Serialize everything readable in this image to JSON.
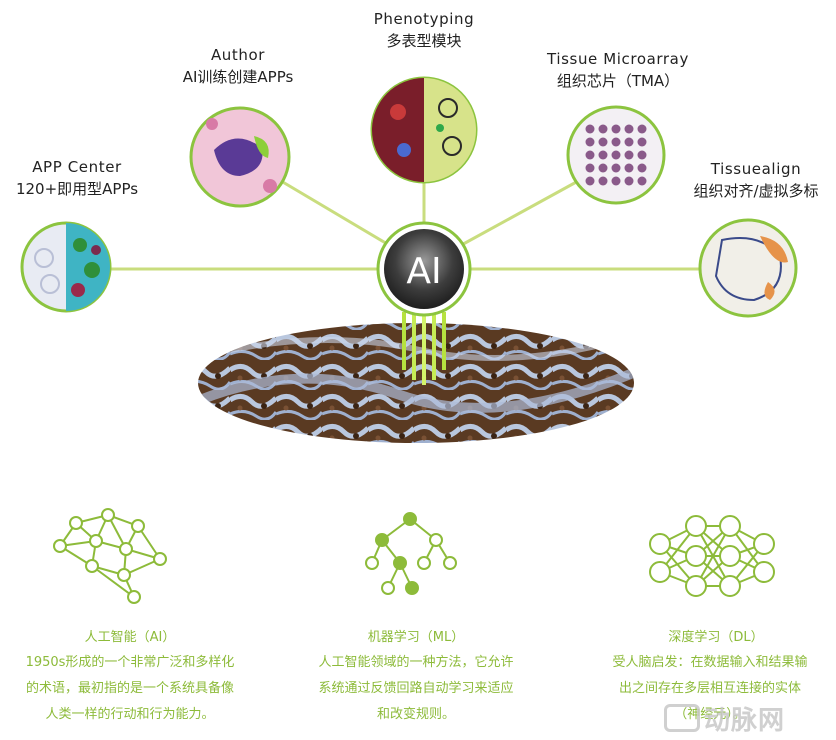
{
  "hub": {
    "text": "AI"
  },
  "nodes": [
    {
      "id": "app-center",
      "title": "APP Center",
      "subtitle": "120+即用型APPs"
    },
    {
      "id": "author",
      "title": "Author",
      "subtitle": "AI训练创建APPs"
    },
    {
      "id": "phenotyping",
      "title": "Phenotyping",
      "subtitle": "多表型模块"
    },
    {
      "id": "tma",
      "title": "Tissue Microarray",
      "subtitle": "组织芯片（TMA）"
    },
    {
      "id": "tissuealign",
      "title": "Tissuealign",
      "subtitle": "组织对齐/虚拟多标"
    }
  ],
  "sections": [
    {
      "id": "ai",
      "title": "人工智能（AI）",
      "lines": [
        "1950s形成的一个非常广泛和多样化",
        "的术语，最初指的是一个系统具备像",
        "人类一样的行动和行为能力。"
      ]
    },
    {
      "id": "ml",
      "title": "机器学习（ML）",
      "lines": [
        "人工智能领域的一种方法，它允许",
        "系统通过反馈回路自动学习来适应",
        "和改变规则。"
      ]
    },
    {
      "id": "dl",
      "title": "深度学习（DL）",
      "lines": [
        "受人脑启发：在数据输入和结果输",
        "出之间存在多层相互连接的实体",
        "（神经元）。"
      ]
    }
  ],
  "watermark": {
    "text": "动脉网"
  },
  "colors": {
    "accent": "#8dbb3a",
    "line": "#c9dd7e",
    "hub_ring": "#8cc43f"
  }
}
